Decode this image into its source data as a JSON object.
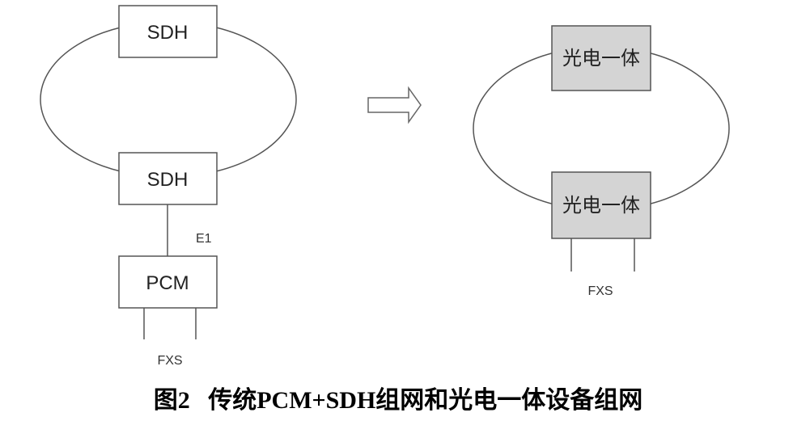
{
  "left": {
    "top_node": "SDH",
    "bottom_node": "SDH",
    "link_label": "E1",
    "pcm_node": "PCM",
    "fxs_label": "FXS"
  },
  "right": {
    "top_node": "光电一体",
    "bottom_node": "光电一体",
    "fxs_label": "FXS"
  },
  "caption": "图2   传统PCM+SDH组网和光电一体设备组网",
  "colors": {
    "box_fill": "#ffffff",
    "shaded_box_fill": "#d4d4d4",
    "line": "#555555"
  },
  "icons": {
    "arrow": "right-arrow-icon"
  }
}
